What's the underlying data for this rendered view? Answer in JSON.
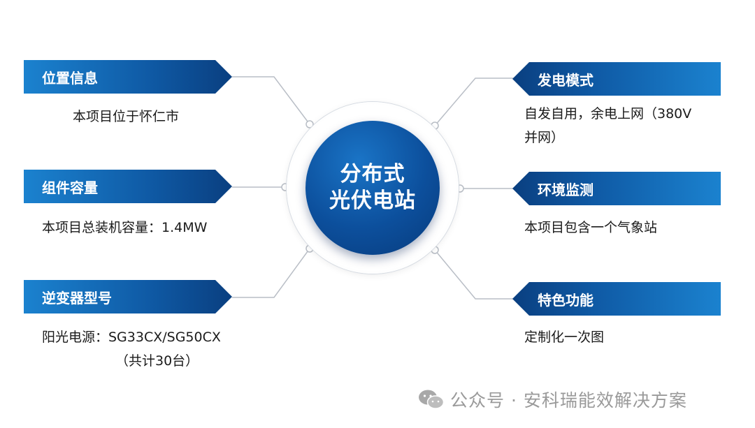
{
  "center": {
    "line1": "分布式",
    "line2": "光伏电站"
  },
  "left_items": [
    {
      "title": "位置信息",
      "desc_lines": [
        "本项目位于怀仁市"
      ]
    },
    {
      "title": "组件容量",
      "desc_lines": [
        "本项目总装机容量：1.4MW"
      ]
    },
    {
      "title": "逆变器型号",
      "desc_lines": [
        "阳光电源：SG33CX/SG50CX",
        "（共计30台）"
      ]
    }
  ],
  "right_items": [
    {
      "title": "发电模式",
      "desc_lines": [
        "自发自用，余电上网（380V",
        "并网）"
      ]
    },
    {
      "title": "环境监测",
      "desc_lines": [
        "本项目包含一个气象站"
      ]
    },
    {
      "title": "特色功能",
      "desc_lines": [
        "定制化一次图"
      ]
    }
  ],
  "watermark": {
    "text": "公众号 · 安科瑞能效解决方案",
    "icon": "wechat-icon"
  },
  "colors": {
    "banner_light": "#1b82cf",
    "banner_dark": "#0a3f80",
    "hub": "#0c4f9c",
    "connector": "#b9bec6"
  }
}
